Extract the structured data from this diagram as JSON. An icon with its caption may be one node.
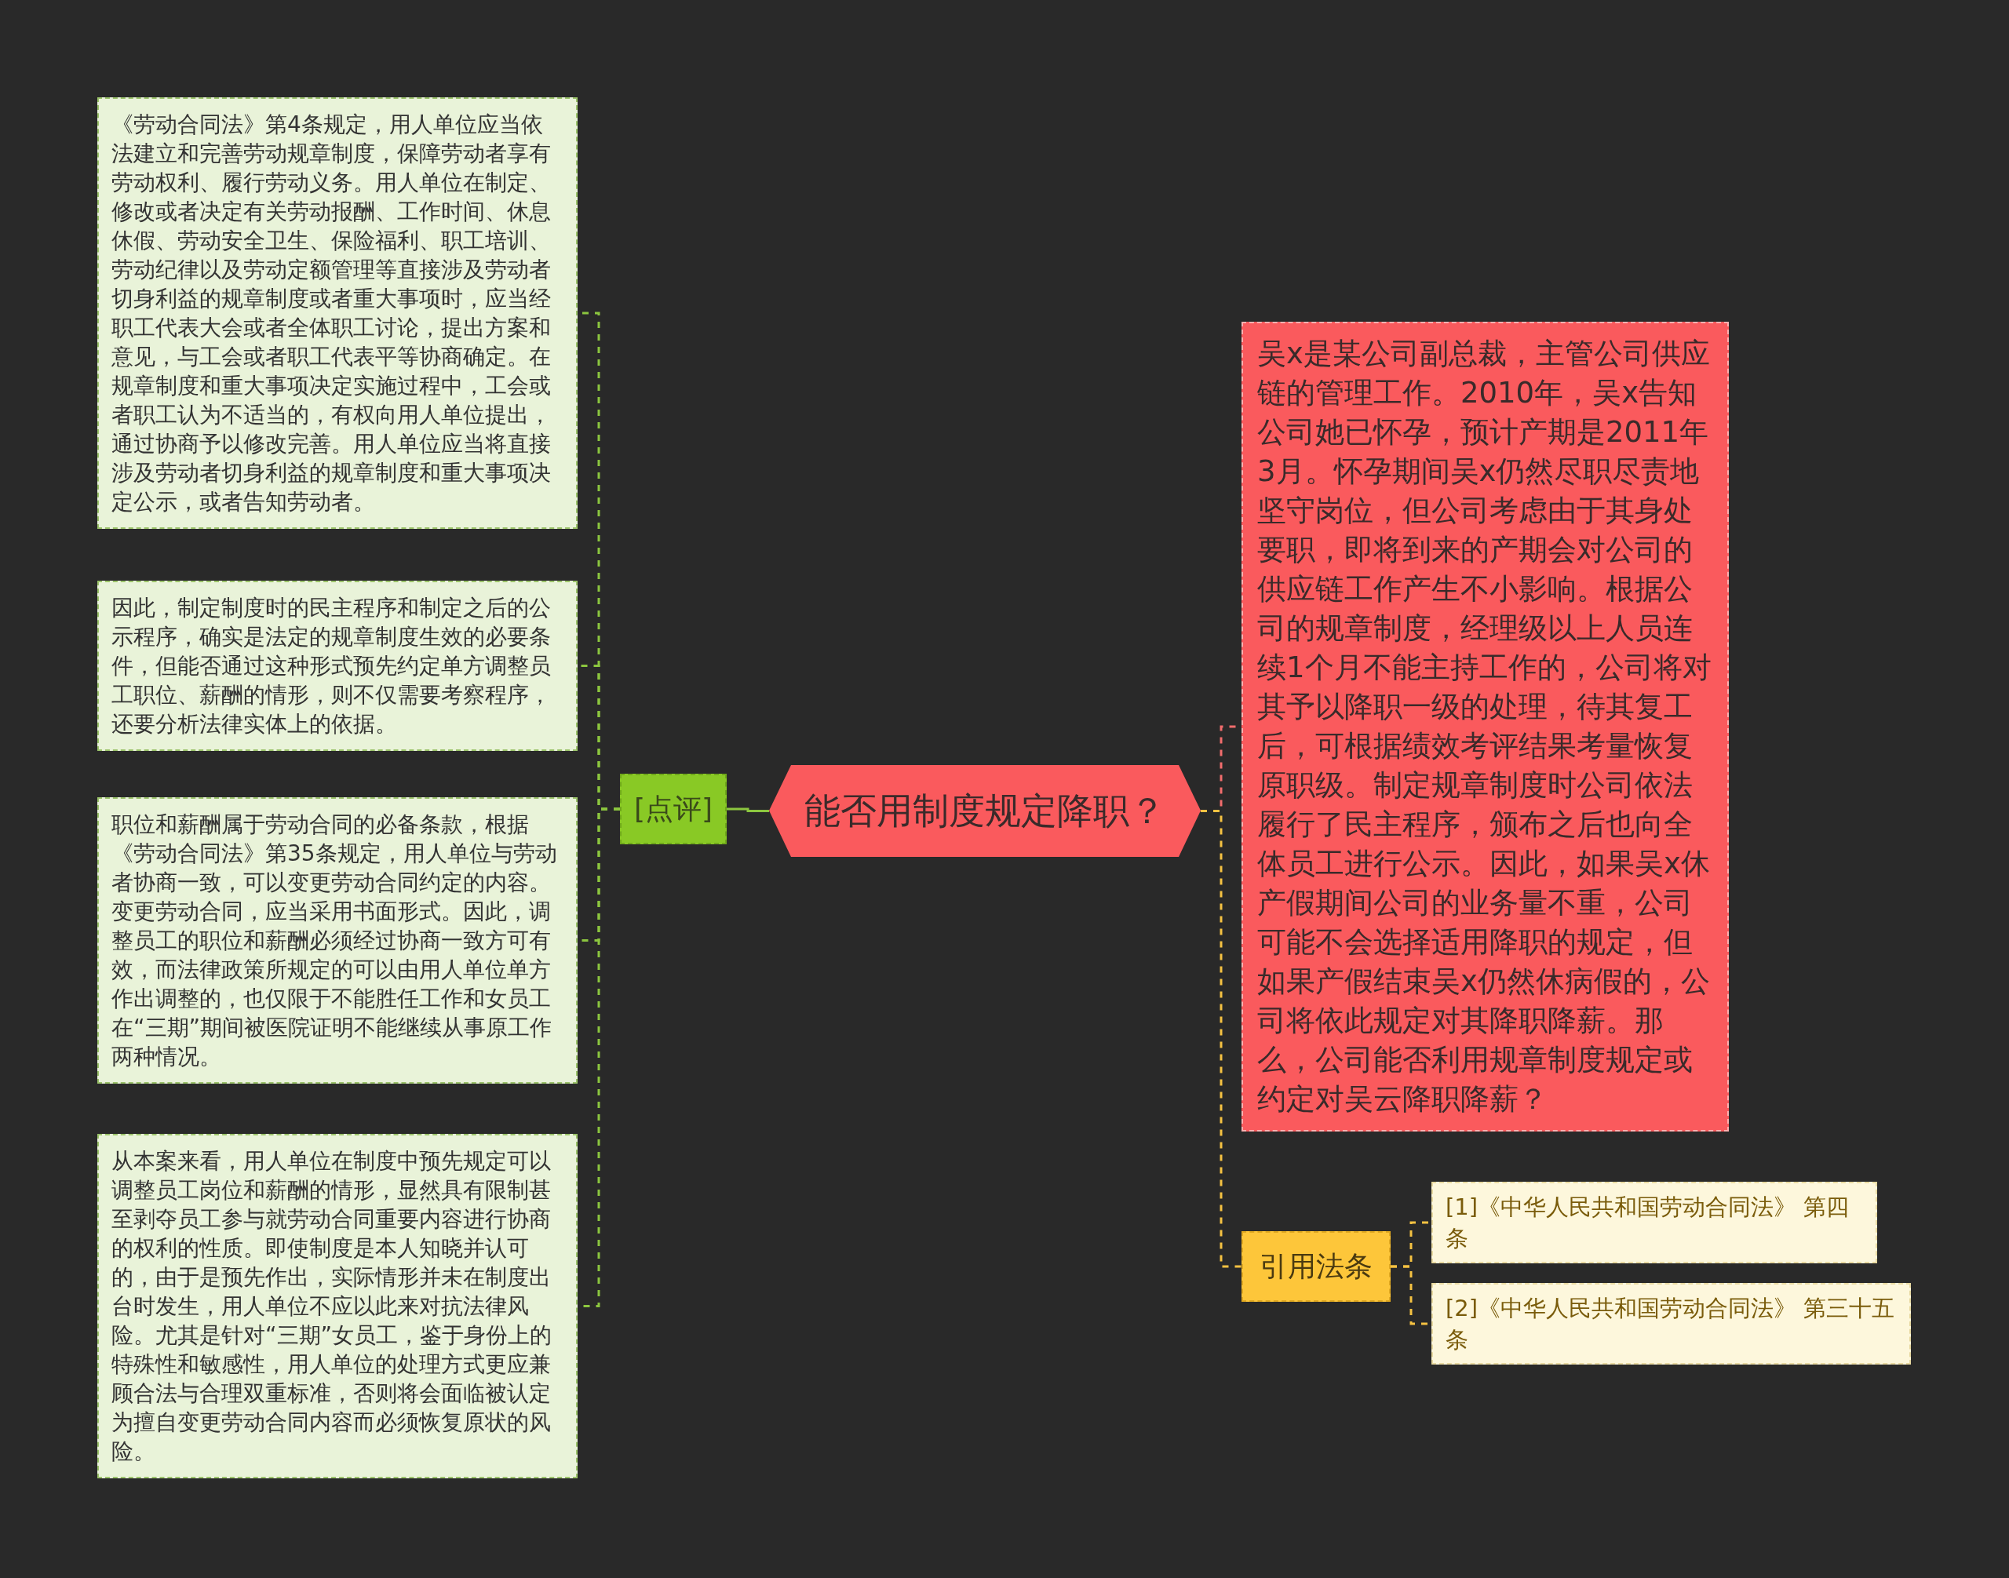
{
  "diagram": {
    "nodes": [
      {
        "text": [
          "能否用制度规定降职？"
        ]
      },
      {
        "text": [
          "[点评]"
        ]
      },
      {
        "text": [
          "《劳动合同法》第4条规定，用人单位应当依法建立和完善劳动规章制度，保障劳动者享有劳动权利、履行劳动义务。用人单位在制定、修改或者决定有关劳动报酬、工作时间、休息休假、劳动安全卫生、保险福利、职工培训、劳动纪律以及劳动定额管理等直接涉及劳动者切身利益的规章制度或者重大事项时，应当经职工代表大会或者全体职工讨论，提出方案和意见，与工会或者职工代表平等协商确定。在规章制度和重大事项决定实施过程中，工会或者职工认为不适当的，有权向用人单位提出，通过协商予以修改完善。用人单位应当将直接涉及劳动者切身利益的规章制度和重大事项决定公示，或者告知劳动者。"
        ]
      },
      {
        "text": [
          "因此，制定制度时的民主程序和制定之后的公示程序，确实是法定的规章制度生效的必要条件，但能否通过这种形式预先约定单方调整员工职位、薪酬的情形，则不仅需要考察程序，还要分析法律实体上的依据。"
        ]
      },
      {
        "text": [
          "职位和薪酬属于劳动合同的必备条款，根据《劳动合同法》第35条规定，用人单位与劳动者协商一致，可以变更劳动合同约定的内容。变更劳动合同，应当采用书面形式。因此，调整员工的职位和薪酬必须经过协商一致方可有效，而法律政策所规定的可以由用人单位单方作出调整的，也仅限于不能胜任工作和女员工在“三期”期间被医院证明不能继续从事原工作两种情况。"
        ]
      },
      {
        "text": [
          "从本案来看，用人单位在制度中预先规定可以调整员工岗位和薪酬的情形，显然具有限制甚至剥夺员工参与就劳动合同重要内容进行协商的权利的性质。即使制度是本人知晓并认可的，由于是预先作出，实际情形并未在制度出台时发生，用人单位不应以此来对抗法律风险。尤其是针对“三期”女员工，鉴于身份上的特殊性和敏感性，用人单位的处理方式更应兼顾合法与合理双重标准，否则将会面临被认定为擅自变更劳动合同内容而必须恢复原状的风险。"
        ]
      },
      {
        "text": [
          "吴x是某公司副总裁，主管公司供应链的管理工作。2010年，吴x告知公司她已怀孕，预计产期是2011年3月。怀孕期间吴x仍然尽职尽责地坚守岗位，但公司考虑由于其身处要职，即将到来的产期会对公司的供应链工作产生不小影响。根据公司的规章制度，经理级以上人员连续1个月不能主持工作的，公司将对其予以降职一级的处理，待其复工后，可根据绩效考评结果考量恢复原职级。制定规章制度时公司依法履行了民主程序，颁布之后也向全体员工进行公示。因此，如果吴x休产假期间公司的业务量不重，公司可能不会选择适用降职的规定，但如果产假结束吴x仍然休病假的，公司将依此规定对其降职降薪。那么，公司能否利用规章制度规定或约定对吴云降职降薪？"
        ]
      },
      {
        "text": [
          "引用法条"
        ]
      },
      {
        "text": [
          "[1]《中华人民共和国劳动合同法》 第四条"
        ]
      },
      {
        "text": [
          "[2]《中华人民共和国劳动合同法》 第三十五条"
        ]
      }
    ],
    "edges": [
      {
        "from": 0,
        "to": 1,
        "arrow": "none"
      },
      {
        "from": 1,
        "to": 2,
        "arrow": "none",
        "style": "dashed"
      },
      {
        "from": 1,
        "to": 3,
        "arrow": "none",
        "style": "dashed"
      },
      {
        "from": 1,
        "to": 4,
        "arrow": "none",
        "style": "dashed"
      },
      {
        "from": 1,
        "to": 5,
        "arrow": "none",
        "style": "dashed"
      },
      {
        "from": 0,
        "to": 6,
        "arrow": "none",
        "style": "dashed",
        "color": "#f26d6d"
      },
      {
        "from": 0,
        "to": 7,
        "arrow": "none",
        "style": "dashed",
        "color": "#f5c242"
      },
      {
        "from": 7,
        "to": 8,
        "arrow": "none",
        "style": "dashed",
        "color": "#f5c242"
      },
      {
        "from": 7,
        "to": 9,
        "arrow": "none",
        "style": "dashed",
        "color": "#f5c242"
      }
    ]
  }
}
